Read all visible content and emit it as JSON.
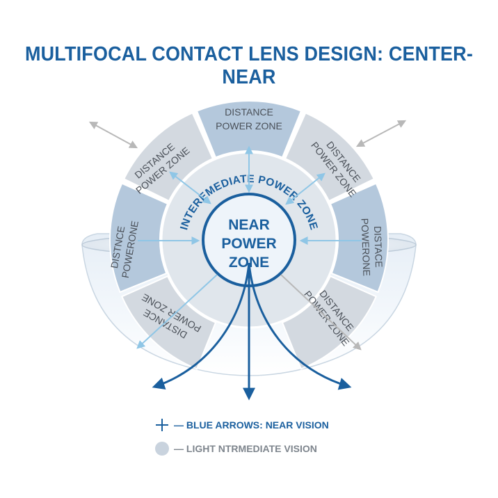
{
  "title": "MULTIFOCAL CONTACT LENS DESIGN: CENTER-NEAR",
  "colors": {
    "title": "#1a5f9e",
    "near": "#1a5f9e",
    "intermediate_arrow": "#8fc6e6",
    "distance_arrow": "#b8b8b8",
    "segment_blue": "#b4c8dc",
    "segment_gray": "#d3d9e0",
    "intermediate_ring": "#e0e6ec",
    "near_fill": "#eef4fa"
  },
  "zones": {
    "top": [
      "DISTANCE",
      "POWER ZONE"
    ],
    "upper_left": [
      "DISTANCE",
      "POWER ZONE"
    ],
    "upper_right": [
      "DISTANCE",
      "POWER ZONE"
    ],
    "left": [
      "DISTNCE",
      "POWERONE"
    ],
    "right": [
      "DISTACE",
      "POWERONE"
    ],
    "lower_left": [
      "DISTANCE",
      "POWER ZONE"
    ],
    "lower_right": [
      "DISTANCE",
      "POWER ZONE"
    ],
    "intermediate": "INTEREMEDIATE POWER ZONE",
    "near": [
      "NEAR",
      "POWER",
      "ZONE"
    ]
  },
  "legend": {
    "near_label": "— BLUE ARROWS: NEAR VISION",
    "intermediate_label": "— LIGHT NTRMEDIATE VISION",
    "near_icon": "plus-icon",
    "intermediate_icon": "circle-icon"
  }
}
